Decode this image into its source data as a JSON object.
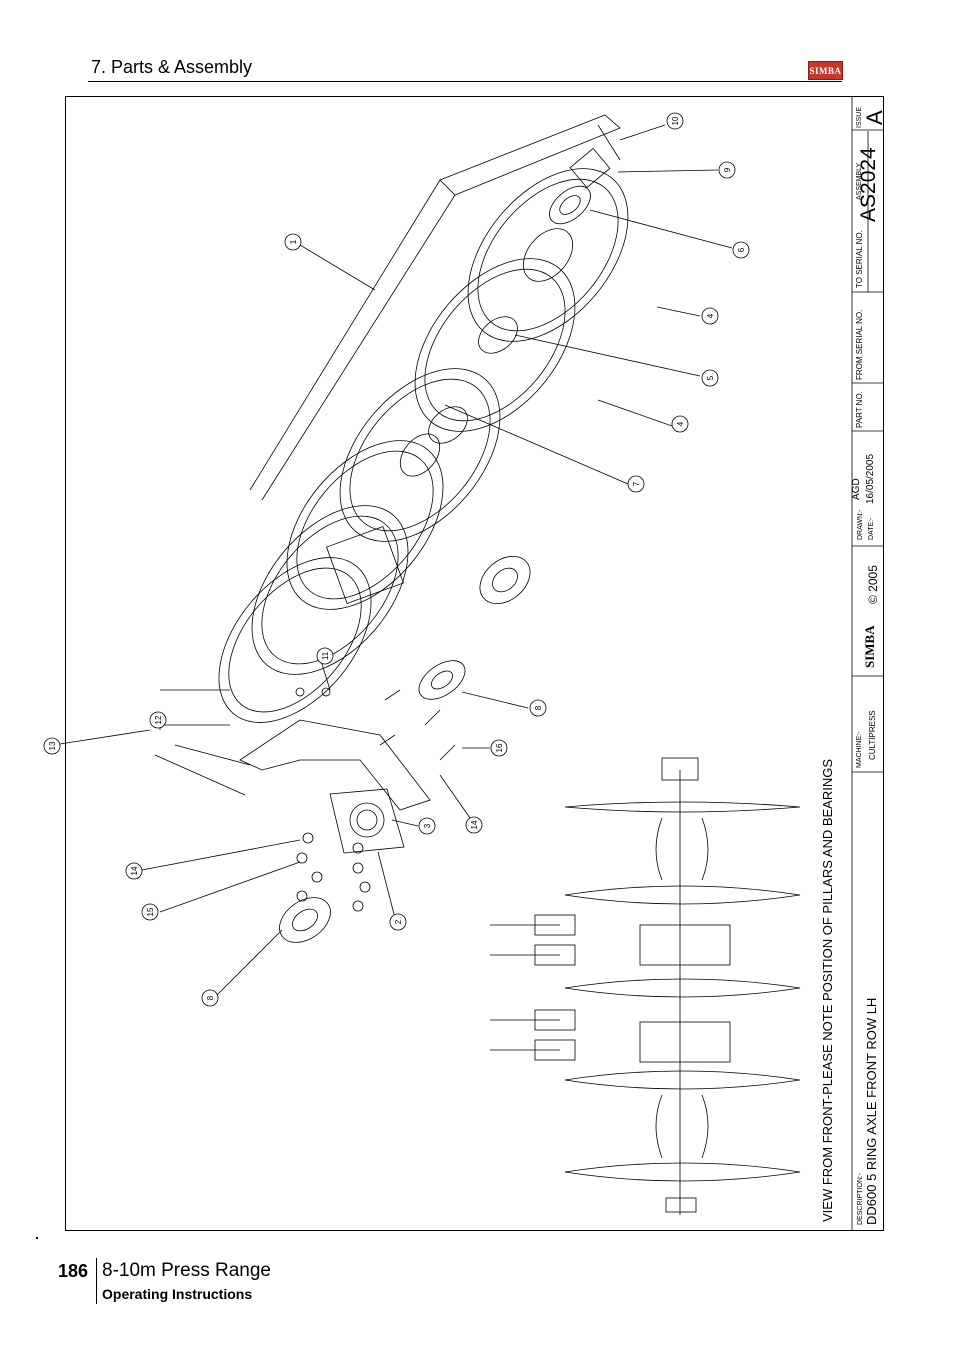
{
  "header": {
    "section_title": "7. Parts & Assembly",
    "logo": "SIMBA"
  },
  "drawing": {
    "note": "VIEW FROM FRONT-PLEASE NOTE POSITION OF PILLARS AND BEARINGS",
    "callouts": [
      "1",
      "2",
      "3",
      "4",
      "4",
      "5",
      "6",
      "7",
      "8",
      "8",
      "9",
      "10",
      "11",
      "12",
      "13",
      "14",
      "14",
      "15",
      "16"
    ]
  },
  "title_block": {
    "issue_label": "ISSUE",
    "issue_value": "A",
    "assembly_label": "ASSEMBLY",
    "assembly_value": "AS2024",
    "to_serial_label": "TO SERIAL NO.",
    "from_serial_label": "FROM SERIAL NO.",
    "part_no_label": "PART NO.",
    "drawn_label": "DRAWN:-",
    "drawn_value": "AGD",
    "date_label": "DATE:-",
    "date_value": "16/05/2005",
    "logo": "SIMBA",
    "copyright": "© 2005",
    "machine_label": "MACHINE:-",
    "machine_value": "CULTIPRESS",
    "description_label": "DESCRIPTION:-",
    "description_value": "DD600 5 RING AXLE FRONT ROW LH"
  },
  "footer": {
    "page_number": "186",
    "product_range": "8-10m Press Range",
    "document_type": "Operating Instructions"
  }
}
